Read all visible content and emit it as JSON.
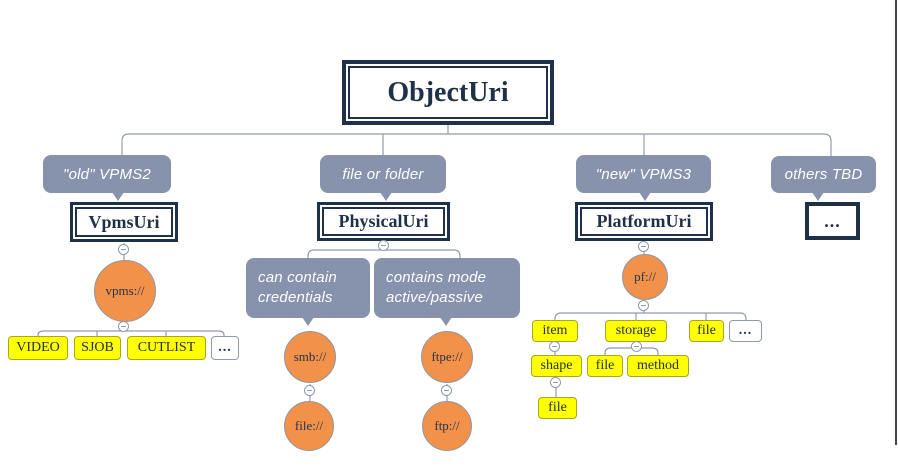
{
  "colors": {
    "navy": "#1f3049",
    "slate_callout": "#8793ac",
    "orange_circle": "#f2914a",
    "yellow_leaf": "#ffff00",
    "connector": "#939bad",
    "white_text": "#ffffff"
  },
  "root_label": "ObjectUri",
  "branches": {
    "old": {
      "callout": "\"old\" VPMS2",
      "box": "VpmsUri",
      "scheme": "vpms://",
      "leaves": [
        "VIDEO",
        "SJOB",
        "CUTLIST",
        "..."
      ]
    },
    "file": {
      "callout": "file or folder",
      "box": "PhysicalUri",
      "smb_note": [
        "can contain",
        "credentials"
      ],
      "smb_scheme": "smb://",
      "smb_child": "file://",
      "ftpe_note": [
        "contains mode",
        "active/passive"
      ],
      "ftpe_scheme": "ftpe://",
      "ftpe_child": "ftp://"
    },
    "new": {
      "callout": "\"new\" VPMS3",
      "box": "PlatformUri",
      "scheme": "pf://",
      "row1": [
        "item",
        "storage",
        "file",
        "..."
      ],
      "item_child": "shape",
      "shape_child": "file",
      "storage_children": [
        "file",
        "method"
      ]
    },
    "others": {
      "callout": "others TBD",
      "box": "..."
    }
  }
}
